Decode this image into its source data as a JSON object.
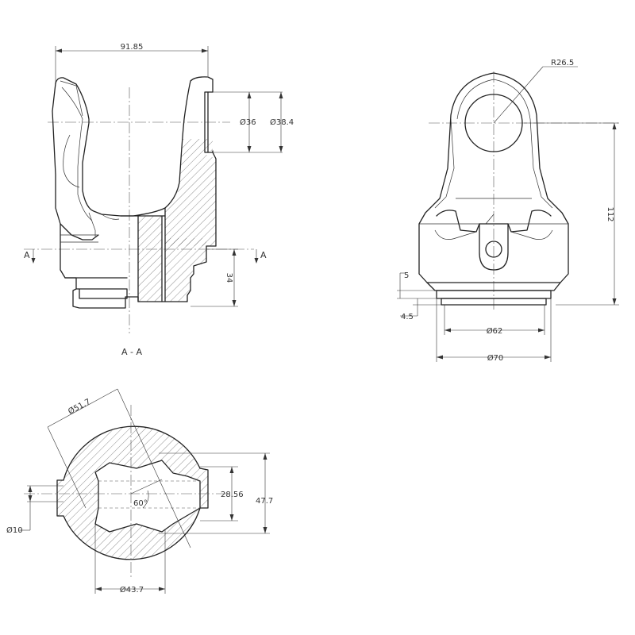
{
  "dimensions": {
    "width_total": "91.85",
    "dia_36": "Ø36",
    "dia_38_4": "Ø38.4",
    "radius_26_5": "R26.5",
    "height_112": "112",
    "height_34": "34",
    "dim_5": "5",
    "dim_4_5": "4.5",
    "dia_62": "Ø62",
    "dia_70": "Ø70",
    "dia_51_7": "Ø51.7",
    "dia_43_7": "Ø43.7",
    "dia_10": "Ø10",
    "across_28_56": "28.56",
    "height_47_7": "47.7",
    "angle_60": "60°"
  },
  "section": {
    "arrow_left": "A",
    "arrow_right": "A",
    "title": "A - A"
  }
}
